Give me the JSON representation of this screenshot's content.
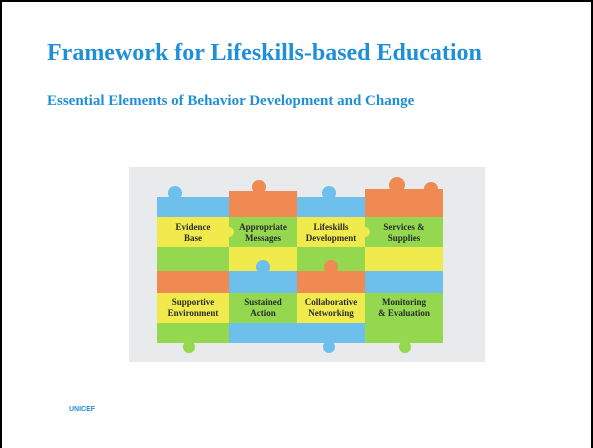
{
  "slide": {
    "title": "Framework for Lifeskills-based Education",
    "subtitle": "Essential Elements of Behavior Development and Change",
    "footer": "UNICEF"
  },
  "puzzle": {
    "colors": {
      "blue": "#6ec0ec",
      "orange": "#ef8a52",
      "green": "#93d84f",
      "yellow": "#f1ea4d",
      "background": "#e8eaec"
    },
    "top_row": [
      {
        "line1": "Evidence",
        "line2": "Base"
      },
      {
        "line1": "Appropriate",
        "line2": "Messages"
      },
      {
        "line1": "Lifeskills",
        "line2": "Development"
      },
      {
        "line1": "Services &",
        "line2": "Supplies"
      }
    ],
    "bottom_row": [
      {
        "line1": "Supportive",
        "line2": "Environment"
      },
      {
        "line1": "Sustained",
        "line2": "Action"
      },
      {
        "line1": "Collaborative",
        "line2": "Networking"
      },
      {
        "line1": "Monitoring",
        "line2": "& Evaluation"
      }
    ]
  }
}
